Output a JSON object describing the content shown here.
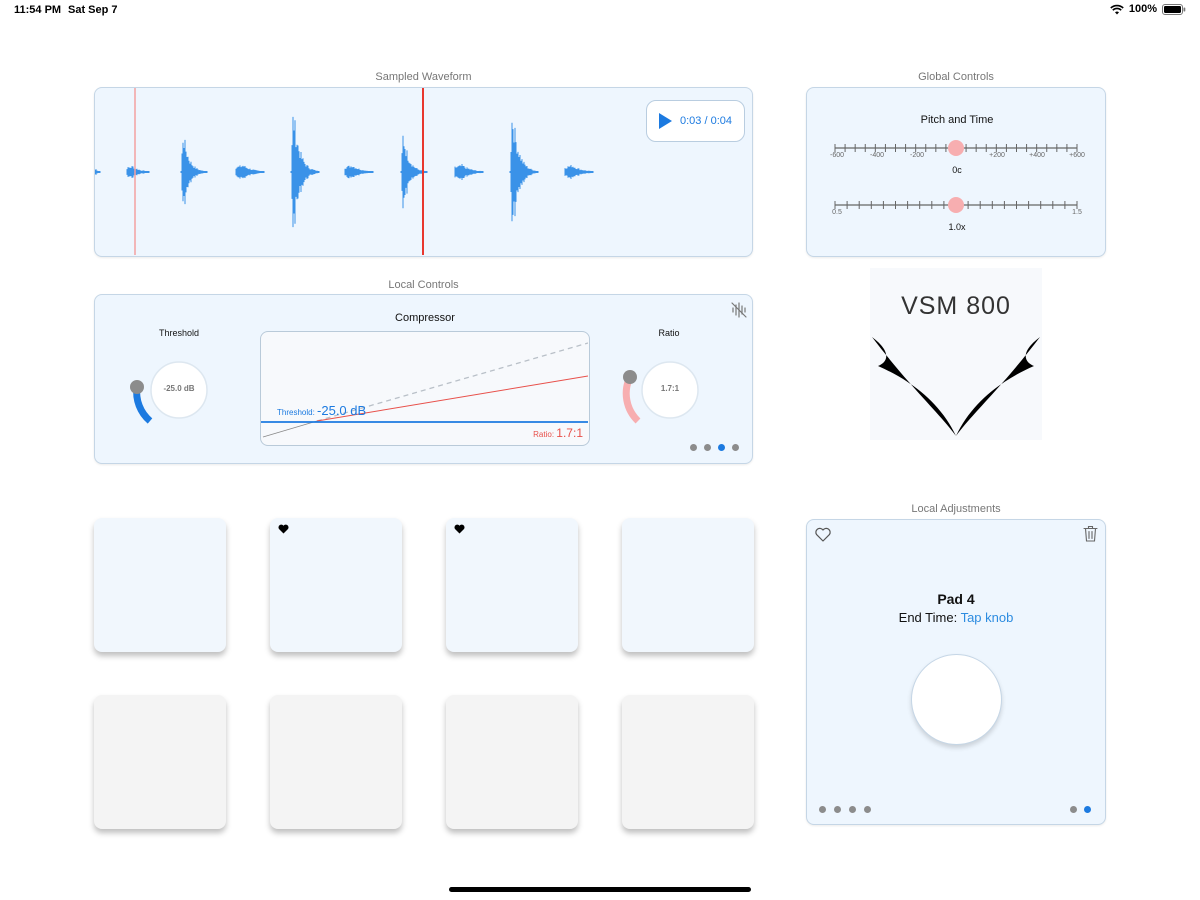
{
  "status_bar": {
    "time": "11:54 PM",
    "date": "Sat Sep 7",
    "battery": "100%"
  },
  "waveform": {
    "title": "Sampled Waveform",
    "time_display": "0:03 / 0:04",
    "playhead_progress": 0.5
  },
  "global_controls": {
    "title": "Global Controls",
    "pitch_title": "Pitch and Time",
    "pitch": {
      "ticks": [
        "-600",
        "-400",
        "-200",
        "+200",
        "+400",
        "+600"
      ],
      "value_label": "0c",
      "value": 0,
      "min": -600,
      "max": 600
    },
    "time": {
      "ticks": [
        "0.5",
        "1.5"
      ],
      "value_label": "1.0x",
      "value": 1.0,
      "min": 0.5,
      "max": 1.5
    }
  },
  "local_controls": {
    "title": "Local Controls",
    "threshold_label": "Threshold",
    "threshold_knob_value": "-25.0 dB",
    "compressor_title": "Compressor",
    "graph_threshold_prefix": "Threshold:",
    "graph_threshold_value": "-25.0 dB",
    "graph_ratio_prefix": "Ratio:",
    "graph_ratio_value": "1.7:1",
    "ratio_label": "Ratio",
    "ratio_knob_value": "1.7:1",
    "page_dots": 4,
    "active_page": 2
  },
  "logo": {
    "text": "VSM 800"
  },
  "pads": [
    {
      "favorite": false
    },
    {
      "favorite": true
    },
    {
      "favorite": true
    },
    {
      "favorite": false
    },
    {
      "favorite": false
    },
    {
      "favorite": false
    },
    {
      "favorite": false
    },
    {
      "favorite": false
    }
  ],
  "local_adjustments": {
    "title": "Local Adjustments",
    "pad_name": "Pad 4",
    "field_label": "End Time:",
    "field_action": "Tap knob",
    "left_dots": 4,
    "right_dots": 2,
    "right_active": 1
  },
  "colors": {
    "accent": "#1c7ae0",
    "waveform": "#3a92e8",
    "playhead": "#e8372e",
    "ratio": "#f4a0a0",
    "panel_bg": "#eef6fe"
  }
}
